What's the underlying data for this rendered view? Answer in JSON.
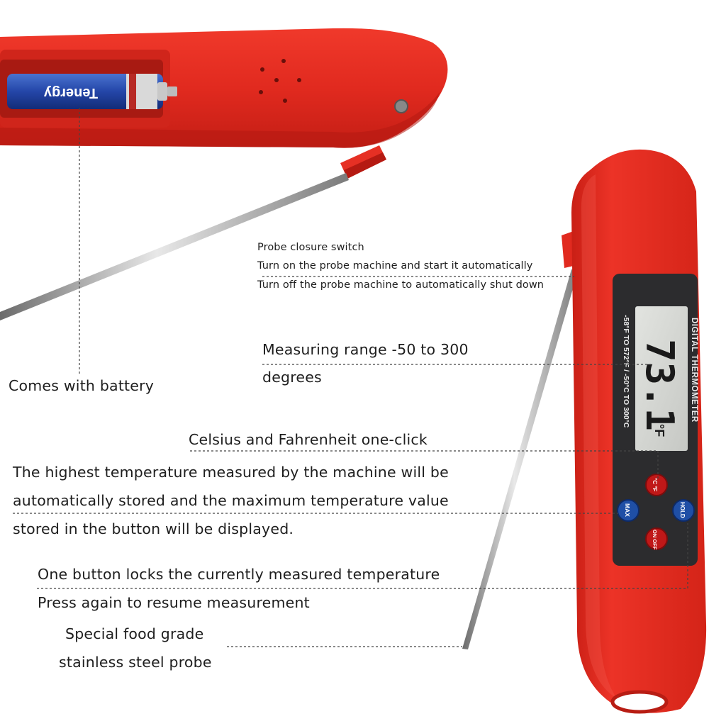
{
  "product": {
    "device_label": "DIGITAL THERMOMETER",
    "range_label": "-58°F TO 572°F / -50°C TO 300°C",
    "display_value": "73.1",
    "display_unit": "°F",
    "battery_brand": "Tenergy",
    "buttons": {
      "unit": "°C °F",
      "max": "MAX",
      "hold": "HOLD",
      "power": "ON OFF"
    },
    "colors": {
      "body": "#e42a1f",
      "panel": "#2c2c2e",
      "lcd": "#d4d6d2",
      "button_red": "#c01818",
      "button_blue": "#1f4fa6"
    }
  },
  "annotations": {
    "probe_switch": {
      "title": "Probe closure switch",
      "line1": "Turn on the probe machine and start it automatically",
      "line2": "Turn off the probe machine to automatically shut down"
    },
    "measuring_range": {
      "line1": "Measuring range -50 to 300",
      "line2": "degrees"
    },
    "battery": "Comes with battery",
    "unit_button": "Celsius and Fahrenheit one-click",
    "max_button": {
      "line1": "The highest temperature measured by the machine will be",
      "line2": "automatically stored and the maximum temperature value",
      "line3": "stored in the button will be displayed."
    },
    "hold_button": {
      "line1": "One button locks the currently measured temperature",
      "line2": "Press again to resume measurement"
    },
    "probe": {
      "line1": "Special food grade",
      "line2": "stainless steel probe"
    }
  }
}
